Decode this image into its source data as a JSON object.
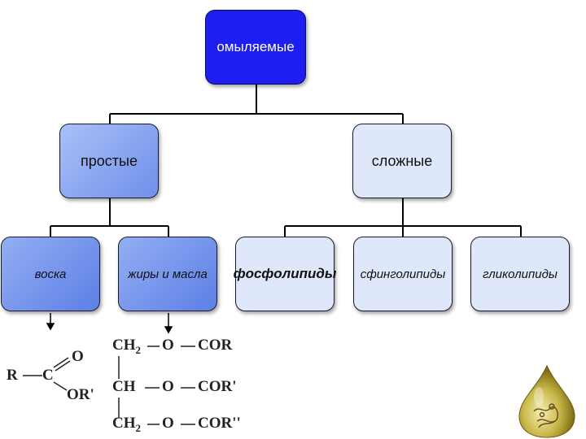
{
  "root": {
    "label": "омыляемые"
  },
  "level1": {
    "simple": "простые",
    "complex": "сложные"
  },
  "level2": {
    "waxes": "воска",
    "fats": "жиры и масла",
    "phospholipids": "фосфолипиды",
    "sphingolipids": "сфинголипиды",
    "glycolipids": "гликолипиды"
  },
  "formula_ester": {
    "r": "R",
    "c": "C",
    "o": "O",
    "or": "OR'"
  },
  "formula_triglyceride": {
    "row1": {
      "a": "CH",
      "sub": "2",
      "b": "O",
      "c": "COR"
    },
    "row2": {
      "a": "CH",
      "b": "O",
      "c": "COR'"
    },
    "row3": {
      "a": "CH",
      "sub": "2",
      "b": "O",
      "c": "COR''"
    }
  },
  "colors": {
    "root": "#1e1ef0",
    "dark_box": "#6f8fea",
    "light_box": "#dfe7fb",
    "connector": "#000000"
  },
  "decor": {
    "corner_image": "oil-drop-molecule-image"
  }
}
